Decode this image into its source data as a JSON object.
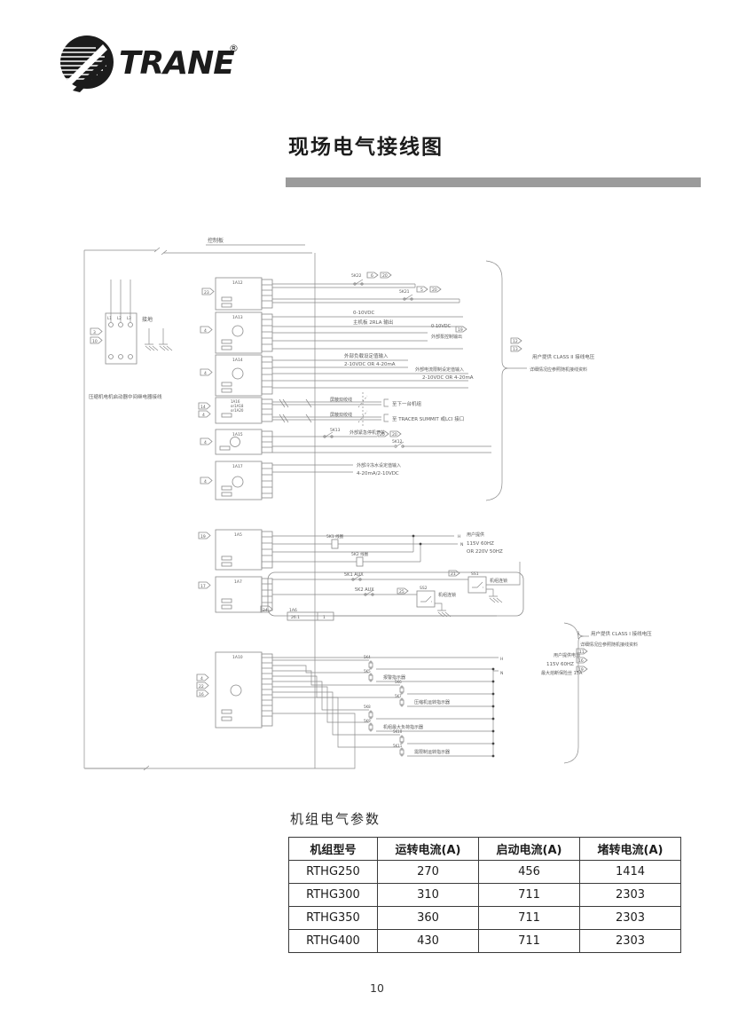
{
  "brand": {
    "name": "TRANE",
    "registered": "®"
  },
  "page": {
    "title": "现场电气接线图",
    "number": "10"
  },
  "diagram": {
    "top_label": "控制板",
    "starter": {
      "l1": "L1",
      "l2": "L2",
      "l3": "L3",
      "ground": "接地",
      "caption": "压缩机电机启动器中间继电器接线"
    },
    "modules": {
      "m1": "1A12",
      "m2": "1A13",
      "m3": "1A14",
      "m4a": "1A16",
      "m4b": "or1A18",
      "m4c": "or1A20",
      "m5": "1A15",
      "m6": "1A17",
      "m7": "1A5",
      "m8": "1A7",
      "m9": "1A10",
      "aux_name": "1A6",
      "aux_cell1": "26.1",
      "aux_cell2": "1"
    },
    "tags": {
      "t1": "23",
      "t2": "4",
      "t3": "4",
      "t4": "14",
      "t5": "4",
      "t6": "4",
      "t7": "4",
      "t8": "19",
      "t9": "17",
      "t10": "24",
      "t11": "4",
      "t12": "22",
      "t13": "16",
      "t14": "12",
      "t15": "13",
      "t16": "11",
      "t17": "16",
      "t18": "19",
      "t19": "6",
      "t20": "20",
      "t21": "5",
      "t22": "20",
      "t23": "20",
      "t24": "20",
      "t25": "21",
      "t26": "25",
      "t27": "19",
      "t28": "3",
      "t29": "10"
    },
    "ann": {
      "a1": "0-10VDC",
      "a2": "主机板 2RLA 输出",
      "a3": "0-10VDC",
      "a4": "外部泵控制输出",
      "a5": "外部负载设定值输入",
      "a6": "2-10VDC OR 4-20mA",
      "a7": "外部电流限制设定值输入",
      "a8": "2-10VDC OR 4-20mA",
      "sh1": "屏蔽双绞线",
      "sh2": "屏蔽双绞线",
      "a10": "至下一台机组",
      "a11": "至 TRACER SUMMIT 或LCI 接口",
      "a12": "外部紧急停机开关",
      "a13": "外部冷冻水设定值输入",
      "a14": "4-20mA/2-10VDC",
      "k22": "5K22",
      "k21": "5K21",
      "k13": "5K13",
      "k12": "5K12",
      "coil1": "5K1 线圈",
      "coil2": "5K2 线圈",
      "aux1": "5K1 AUX",
      "aux2": "5K2 AUX",
      "ss1": "SS1",
      "ss2": "SS2",
      "il1": "机组连锁",
      "il2": "机组连锁",
      "h1": "H",
      "n1": "N",
      "h2": "H",
      "n2": "N",
      "pwr1_l1": "用户提供",
      "pwr1_l2": "115V 60HZ",
      "pwr1_l3": "OR 220V 50HZ",
      "pwr2_l1": "用户提供电源",
      "pwr2_l2": "115V 60HZ",
      "pwr2_l3": "最大熔断保险丝 15A",
      "class2_line1": "用户提供 CLASS II 接线电压",
      "class2_line2": "详细情况应参照随机接线资料",
      "class1_line1": "用户提供 CLASS I 接线电压",
      "class1_line2": "详细情况应参照随机接线资料",
      "k4": "5K4",
      "k5": "5K5",
      "k6": "5K6",
      "k7": "5K7",
      "k8": "5K8",
      "k9": "5K9",
      "k10": "5K10",
      "k11": "5K11",
      "ind1": "报警指示器",
      "ind2": "压缩机运转指示器",
      "ind3": "机组最大负荷指示器",
      "ind4": "需限制运转指示器"
    }
  },
  "table": {
    "title": "机组电气参数",
    "headers": [
      "机组型号",
      "运转电流(A)",
      "启动电流(A)",
      "堵转电流(A)"
    ],
    "rows": [
      [
        "RTHG250",
        "270",
        "456",
        "1414"
      ],
      [
        "RTHG300",
        "310",
        "711",
        "2303"
      ],
      [
        "RTHG350",
        "360",
        "711",
        "2303"
      ],
      [
        "RTHG400",
        "430",
        "711",
        "2303"
      ]
    ]
  }
}
